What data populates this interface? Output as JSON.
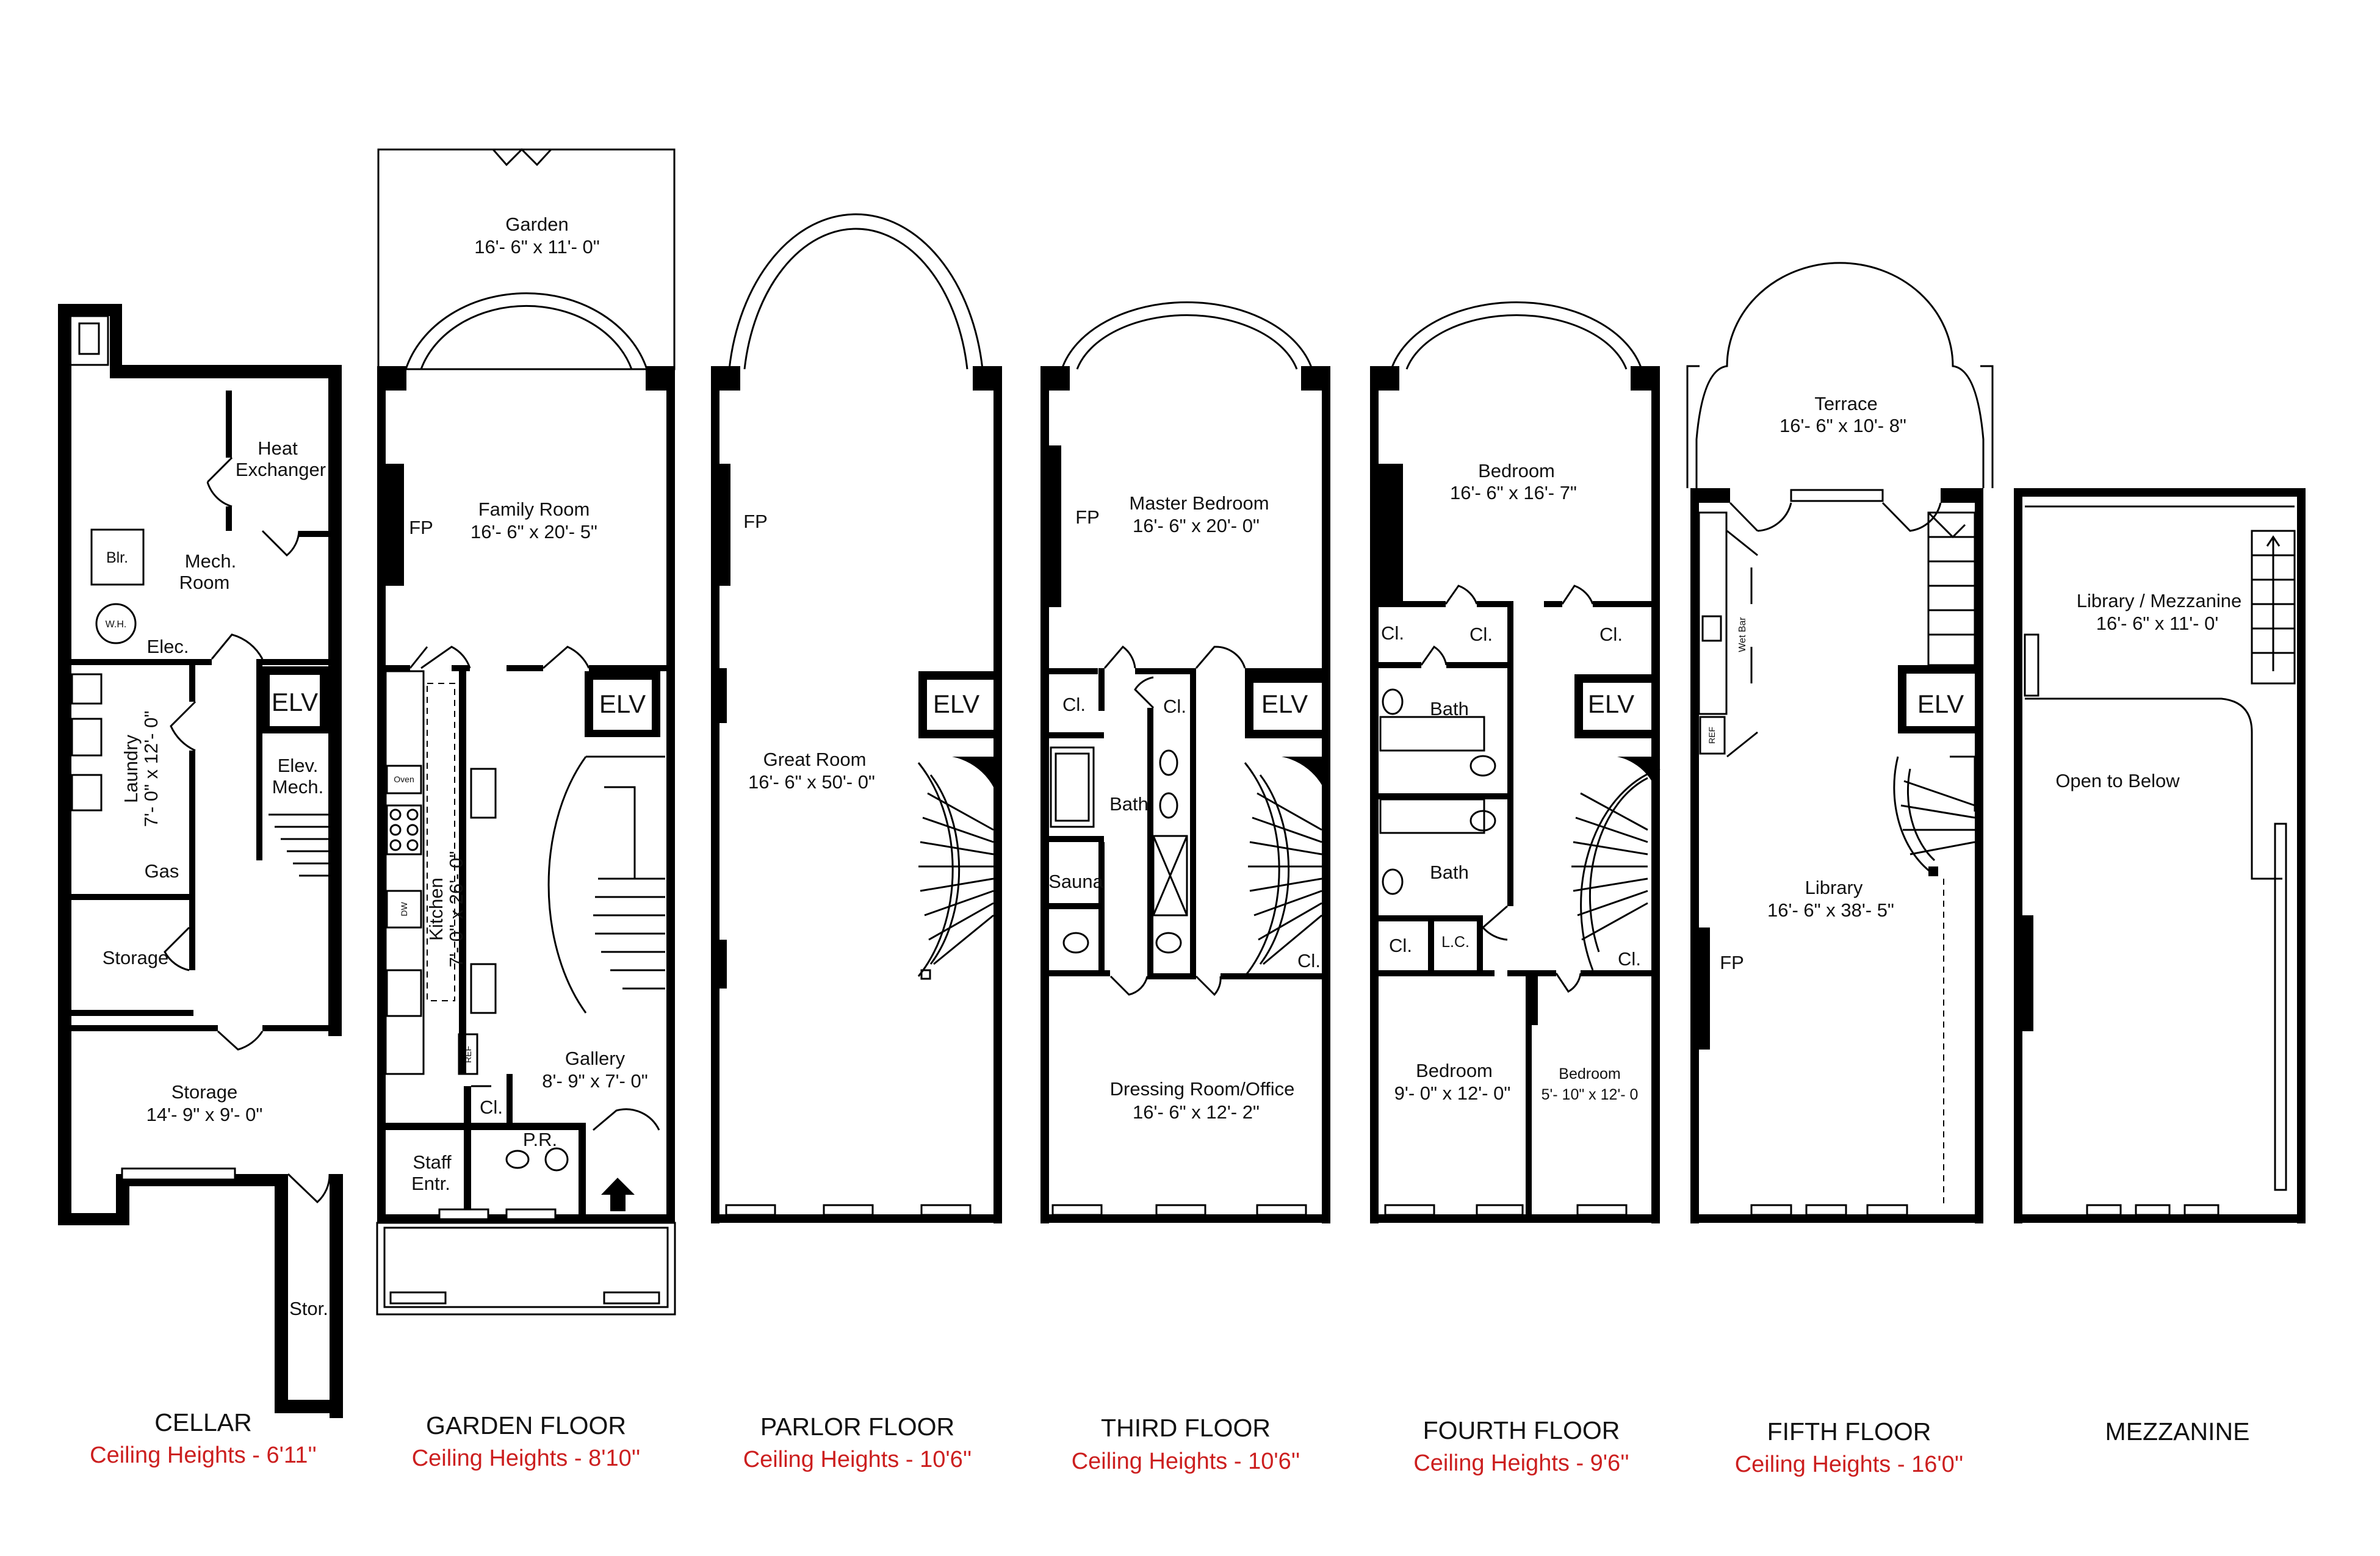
{
  "ceiling_color": "#cc1f1f",
  "cellar": {
    "name": "CELLAR",
    "ceiling": "Ceiling Heights - 6'11''",
    "heat_exchanger_1": "Heat",
    "heat_exchanger_2": "Exchanger",
    "blr": "Blr.",
    "mech_1": "Mech.",
    "mech_2": "Room",
    "wh": "W.H.",
    "elec": "Elec.",
    "laundry_1": "Laundry",
    "laundry_2": "7'- 0\" x 12'- 0\"",
    "gas": "Gas",
    "elv": "ELV",
    "elev_mech_1": "Elev.",
    "elev_mech_2": "Mech.",
    "storage_small": "Storage",
    "storage_large": "Storage",
    "storage_large_dim": "14'- 9\" x 9'- 0\"",
    "stor": "Stor."
  },
  "garden": {
    "name": "GARDEN FLOOR",
    "ceiling": "Ceiling Heights - 8'10''",
    "garden": "Garden",
    "garden_dim": "16'- 6\" x 11'- 0\"",
    "family_room": "Family Room",
    "family_room_dim": "16'- 6\" x 20'- 5\"",
    "fp": "FP",
    "elv": "ELV",
    "oven": "Oven",
    "dw": "DW",
    "kitchen_1": "Kitchen",
    "kitchen_2": "7'- 0\" x 26'- 0\"",
    "ref": "REF",
    "gallery": "Gallery",
    "gallery_dim": "8'- 9\" x 7'- 0\"",
    "cl": "Cl.",
    "pr": "P.R.",
    "staff_1": "Staff",
    "staff_2": "Entr."
  },
  "parlor": {
    "name": "PARLOR FLOOR",
    "ceiling": "Ceiling Heights - 10'6''",
    "fp": "FP",
    "great_room": "Great Room",
    "great_room_dim": "16'- 6\" x 50'- 0\"",
    "elv": "ELV"
  },
  "third": {
    "name": "THIRD FLOOR",
    "ceiling": "Ceiling Heights - 10'6''",
    "master": "Master Bedroom",
    "master_dim": "16'- 6\" x 20'- 0\"",
    "fp": "FP",
    "cl_1": "Cl.",
    "cl_2": "Cl.",
    "cl_3": "Cl.",
    "elv": "ELV",
    "bath": "Bath",
    "sauna": "Sauna",
    "dressing": "Dressing Room/Office",
    "dressing_dim": "16'- 6\" x 12'- 2\""
  },
  "fourth": {
    "name": "FOURTH FLOOR",
    "ceiling": "Ceiling Heights - 9'6''",
    "bedroom_top": "Bedroom",
    "bedroom_top_dim": "16'- 6\" x 16'- 7\"",
    "cl_1": "Cl.",
    "cl_2": "Cl.",
    "cl_3": "Cl.",
    "cl_4": "Cl.",
    "cl_5": "Cl.",
    "elv": "ELV",
    "bath_1": "Bath",
    "bath_2": "Bath",
    "lc": "L.C.",
    "bedroom_left": "Bedroom",
    "bedroom_left_dim": "9'- 0\" x 12'- 0\"",
    "bedroom_right": "Bedroom",
    "bedroom_right_dim": "5'- 10\" x 12'- 0"
  },
  "fifth": {
    "name": "FIFTH FLOOR",
    "ceiling": "Ceiling Heights - 16'0''",
    "terrace": "Terrace",
    "terrace_dim": "16'- 6\" x 10'- 8\"",
    "wet_bar": "Wet Bar",
    "ref": "REF",
    "elv": "ELV",
    "library": "Library",
    "library_dim": "16'- 6\" x 38'- 5\"",
    "fp": "FP"
  },
  "mezzanine": {
    "name": "MEZZANINE",
    "library_mezz": "Library / Mezzanine",
    "library_mezz_dim": "16'- 6\" x 11'- 0'",
    "open_to_below": "Open to Below"
  }
}
